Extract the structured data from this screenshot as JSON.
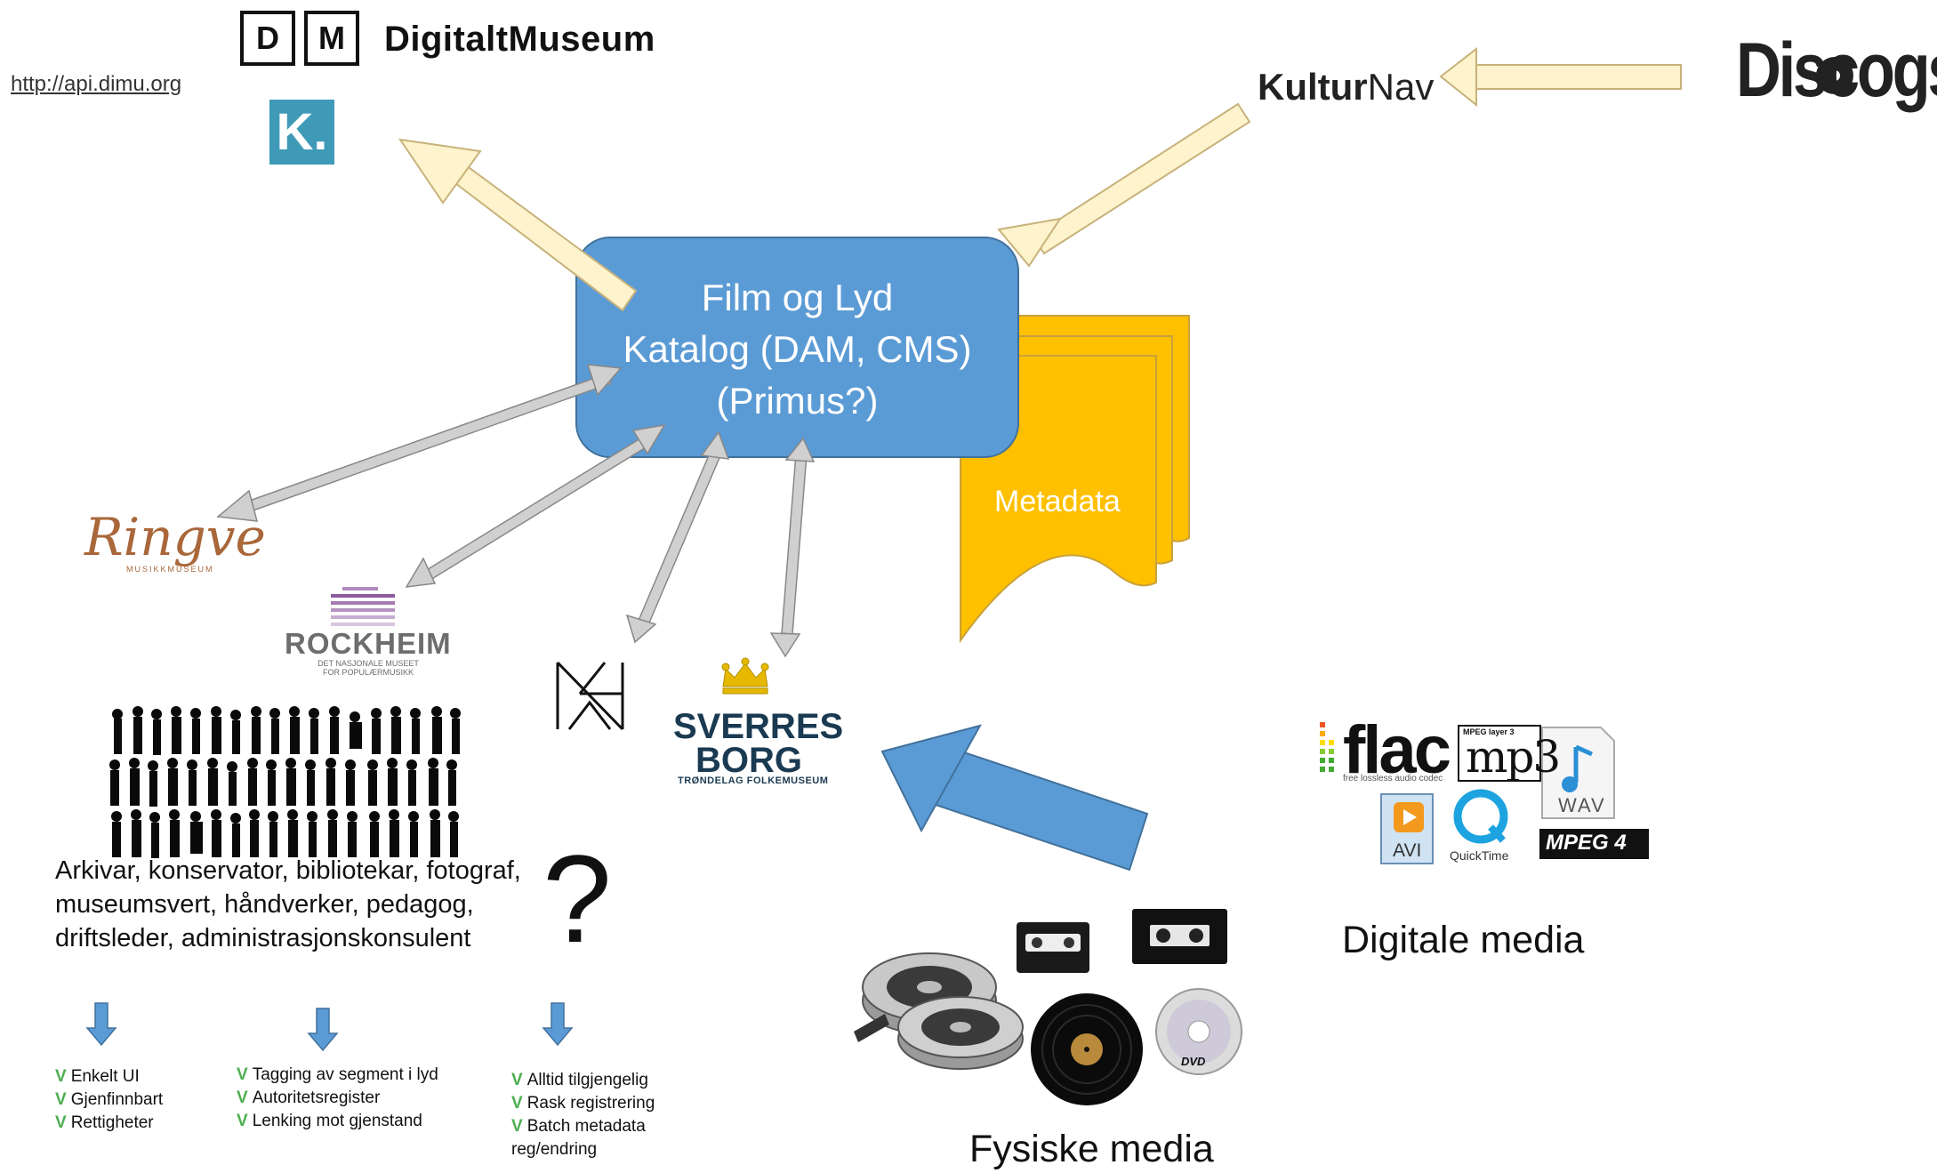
{
  "digitaltmuseum": {
    "box_letters": [
      "D",
      "M"
    ],
    "title": "DigitaltMuseum"
  },
  "api_link": "http://api.dimu.org",
  "k_logo_text": "K.",
  "kulturnav": {
    "prefix": "Kultur",
    "suffix": "Nav"
  },
  "discogs": "Discogs",
  "catalog": {
    "lines": [
      "Film og Lyd",
      "Katalog (DAM, CMS)",
      "(Primus?)"
    ]
  },
  "metadata_label": "Metadata",
  "museums": {
    "ringve": {
      "name": "Ringve",
      "sub": "MUSIKKMUSEUM"
    },
    "rockheim": {
      "name": "ROCKHEIM",
      "sub_lines": [
        "DET NASJONALE MUSEET",
        "FOR POPULÆRMUSIKK"
      ]
    },
    "nkm": "NKM",
    "sverresborg": {
      "lines": [
        "SVERRES",
        "BORG"
      ],
      "sub": "TRØNDELAG FOLKEMUSEUM"
    }
  },
  "roles": {
    "lines": [
      "Arkivar, konservator, bibliotekar, fotograf,",
      "museumsvert, håndverker, pedagog,",
      "driftsleder, administrasjonskonsulent"
    ],
    "question_mark": "?"
  },
  "check_mark": "V",
  "needs": [
    {
      "items": [
        "Enkelt UI",
        "Gjenfinnbart",
        "Rettigheter"
      ]
    },
    {
      "items": [
        "Tagging av segment i lyd",
        "Autoritetsregister",
        "Lenking mot gjenstand"
      ]
    },
    {
      "items": [
        "Alltid tilgjengelig",
        "Rask registrering",
        "Batch metadata reg/endring"
      ]
    }
  ],
  "digital_media": {
    "label": "Digitale media",
    "formats": {
      "flac": "flac",
      "flac_sub": "free lossless audio codec",
      "mp3": "mp3",
      "mp3_top": "MPEG layer 3",
      "wav": "WAV",
      "avi": "AVI",
      "quicktime": "QuickTime",
      "mpeg4": "MPEG 4"
    }
  },
  "physical_media": {
    "label": "Fysiske media",
    "dvd": "DVD"
  },
  "colors": {
    "catalog_fill": "#5b9bd5",
    "metadata_fill": "#ffc000",
    "cream_arrow": "#fdf3cc",
    "gray_arrow": "#d0d0d0",
    "blue_arrow": "#5b9bd5",
    "check_green": "#4caf50"
  }
}
